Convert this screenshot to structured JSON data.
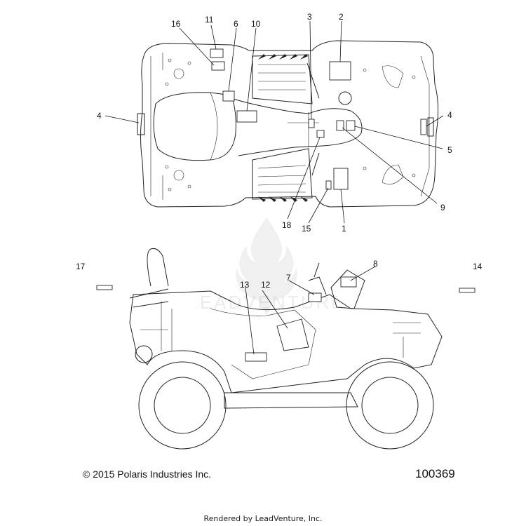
{
  "callouts": {
    "c1": "1",
    "c2": "2",
    "c3": "3",
    "c4a": "4",
    "c4b": "4",
    "c5": "5",
    "c6": "6",
    "c7": "7",
    "c8": "8",
    "c9": "9",
    "c10": "10",
    "c11": "11",
    "c12": "12",
    "c13": "13",
    "c14": "14",
    "c15": "15",
    "c16": "16",
    "c17": "17",
    "c18": "18"
  },
  "footer": {
    "copyright": "© 2015  Polaris Industries Inc.",
    "part_number": "100369",
    "rendered_by": "Rendered by LeadVenture, Inc."
  },
  "watermark": {
    "brand": "LEADVENTURE"
  }
}
